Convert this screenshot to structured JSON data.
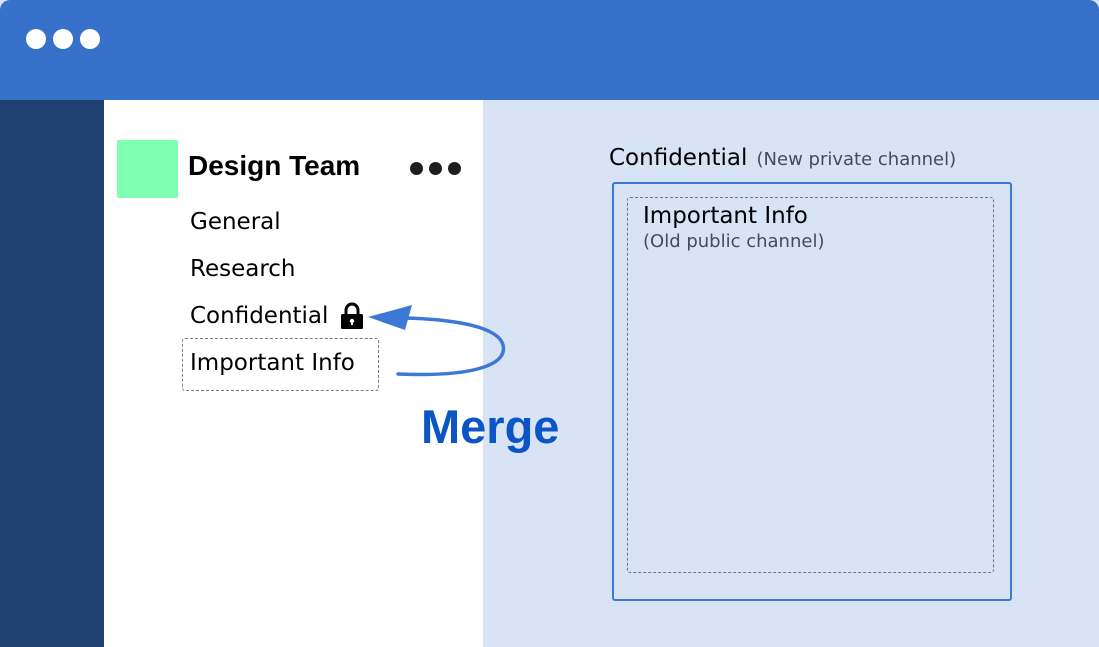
{
  "window": {
    "controls": [
      "window-dot",
      "window-dot",
      "window-dot"
    ]
  },
  "sidebar": {
    "team_name": "Design Team",
    "team_avatar_color": "#7fffb0",
    "more_icon": "more-horizontal-icon",
    "channels": [
      {
        "label": "General"
      },
      {
        "label": "Research"
      },
      {
        "label": "Confidential",
        "private": true,
        "icon": "lock-icon"
      },
      {
        "label": "Important Info"
      }
    ]
  },
  "merge": {
    "label": "Merge",
    "color": "#0c55c7",
    "arrow_icon": "curved-arrow-icon"
  },
  "preview": {
    "channel_name": "Confidential",
    "channel_note": "(New private channel)",
    "merged_channel_name": "Important Info",
    "merged_channel_note": "(Old public channel)"
  },
  "colors": {
    "titlebar": "#3871c9",
    "rail": "#1f4172",
    "background": "#d8e3f5",
    "accent": "#3d78d4"
  }
}
